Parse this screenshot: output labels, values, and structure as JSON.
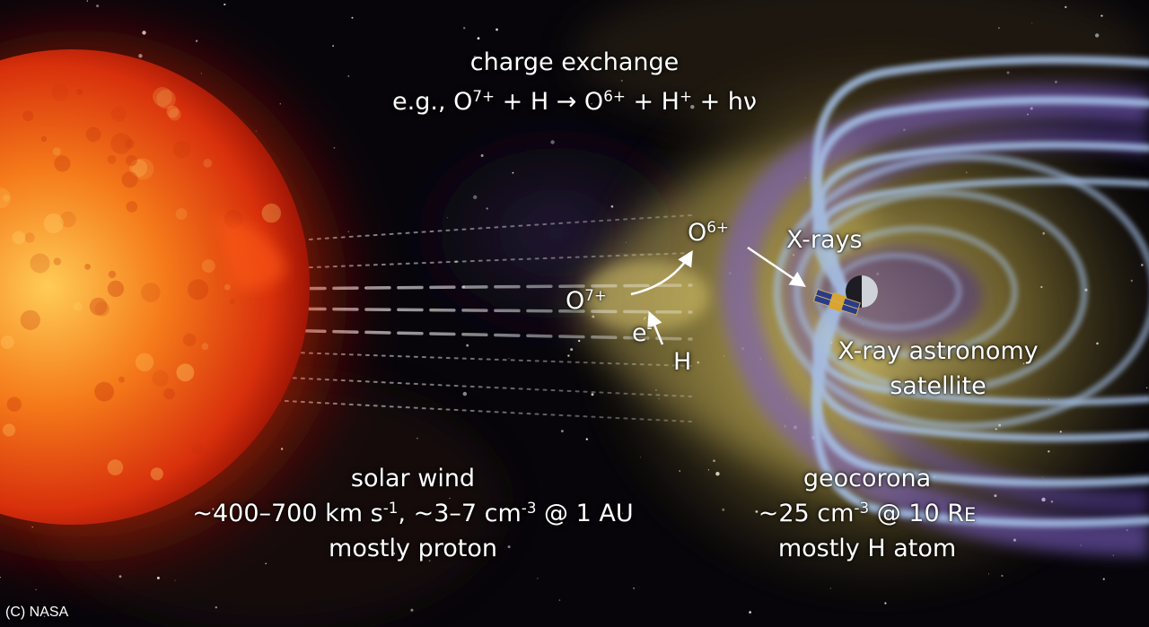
{
  "title": {
    "line1": "charge exchange",
    "eq_prefix": "e.g., O",
    "eq_sup1": "7+",
    "eq_mid1": " + H → O",
    "eq_sup2": "6+",
    "eq_mid2": " + H",
    "eq_sup3": "+",
    "eq_end": " + hν"
  },
  "labels": {
    "o6_base": "O",
    "o6_sup": "6+",
    "o7_base": "O",
    "o7_sup": "7+",
    "e_base": "e",
    "e_sup": "-",
    "h": "H",
    "xrays": "X-rays",
    "satellite_line1": "X-ray astronomy",
    "satellite_line2": "satellite"
  },
  "solar_wind": {
    "title": "solar wind",
    "p1": "~400–700 km s",
    "s1": "-1",
    "p2": ", ~3–7 cm",
    "s2": "-3",
    "p3": " @ 1 AU",
    "line3": "mostly proton"
  },
  "geocorona": {
    "title": "geocorona",
    "p1": "~25 cm",
    "s1": "-3",
    "p2": " @ 10 R",
    "p2_small": "E",
    "line3": "mostly H atom"
  },
  "credit": "(C) NASA",
  "colors": {
    "sun_core": "#ffb347",
    "sun_edge": "#d22a08",
    "geocorona_yellow": "#e8d36a",
    "magnetosphere_purple": "#7a5fc4",
    "field_lines_blue": "#a9c6ee",
    "text": "#ffffff"
  }
}
